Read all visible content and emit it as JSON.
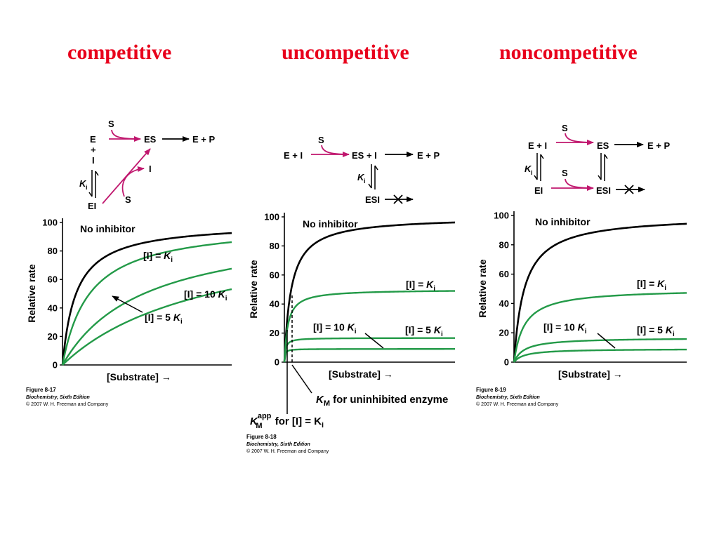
{
  "headings": [
    "competitive",
    "uncompetitive",
    "noncompetitive"
  ],
  "colors": {
    "heading": "#e8001c",
    "scheme_arrow": "#c0176e",
    "no_inhibitor_curve": "#000000",
    "inhibitor_curve": "#239a48"
  },
  "schemes": [
    {
      "S": "S",
      "E": "E",
      "plus": "+",
      "I": "I",
      "ES": "ES",
      "EP": "E + P",
      "Ki": "K",
      "Ki_sub": "i",
      "EI": "EI",
      "I_release": "I",
      "S_bind": "S"
    },
    {
      "S": "S",
      "EI": "E + I",
      "ESI_top": "ES + I",
      "EP": "E + P",
      "Ki": "K",
      "Ki_sub": "i",
      "ESI": "ESI"
    },
    {
      "S1": "S",
      "EI_top": "E + I",
      "ES": "ES",
      "EP": "E + P",
      "Ki": "K",
      "Ki_sub": "i",
      "S2": "S",
      "EI": "EI",
      "ESI": "ESI"
    }
  ],
  "captions": [
    {
      "figure": "Figure 8-17",
      "book": "Biochemistry, Sixth Edition",
      "copyright": "© 2007 W. H. Freeman and Company"
    },
    {
      "figure": "Figure 8-18",
      "book": "Biochemistry, Sixth Edition",
      "copyright": "© 2007 W. H. Freeman and Company"
    },
    {
      "figure": "Figure 8-19",
      "book": "Biochemistry, Sixth Edition",
      "copyright": "© 2007 W. H. Freeman and Company"
    }
  ],
  "annotations": {
    "km_uninhibited_K": "K",
    "km_uninhibited_sub": "M",
    "km_uninhibited_rest": " for uninhibited enzyme",
    "km_app_K": "K",
    "km_app_sup": "app",
    "km_app_sub": "M",
    "km_app_rest": " for [I] = K",
    "km_app_rest_sub": "i"
  },
  "chart_data": [
    {
      "type": "line",
      "ylabel": "Relative rate",
      "xlabel": "[Substrate] →",
      "ylim": [
        0,
        100
      ],
      "yticks": [
        0,
        20,
        40,
        60,
        80,
        100
      ],
      "grid": false,
      "series": [
        {
          "name": "No inhibitor",
          "label": "No inhibitor",
          "vmax": 100,
          "km": 0.8,
          "x": [
            0,
            1,
            2,
            4,
            6,
            8,
            10
          ],
          "values": [
            0,
            55.6,
            71.4,
            83.3,
            88.2,
            90.9,
            92.6
          ]
        },
        {
          "name": "[I] = Ki",
          "label": "[I] = K",
          "label_sub": "i",
          "vmax": 100,
          "km": 1.6,
          "x": [
            0,
            1,
            2,
            4,
            6,
            8,
            10
          ],
          "values": [
            0,
            38.5,
            55.6,
            71.4,
            78.9,
            83.3,
            86.2
          ]
        },
        {
          "name": "[I] = 5 Ki",
          "label": "[I] = 5 K",
          "label_sub": "i",
          "vmax": 100,
          "km": 4.8,
          "x": [
            0,
            1,
            2,
            4,
            6,
            8,
            10
          ],
          "values": [
            0,
            17.2,
            29.4,
            45.5,
            55.6,
            62.5,
            67.6
          ]
        },
        {
          "name": "[I] = 10 Ki",
          "label": "[I] = 10 K",
          "label_sub": "i",
          "vmax": 100,
          "km": 8.8,
          "x": [
            0,
            1,
            2,
            4,
            6,
            8,
            10
          ],
          "values": [
            0,
            10.2,
            18.5,
            31.3,
            40.5,
            47.6,
            53.2
          ]
        }
      ]
    },
    {
      "type": "line",
      "ylabel": "Relative rate",
      "xlabel": "[Substrate] →",
      "ylim": [
        0,
        100
      ],
      "yticks": [
        0,
        20,
        40,
        60,
        80,
        100
      ],
      "grid": false,
      "series": [
        {
          "name": "No inhibitor",
          "label": "No inhibitor",
          "vmax": 100,
          "km": 0.4,
          "x": [
            0,
            1,
            2,
            4,
            6,
            8,
            10
          ],
          "values": [
            0,
            71.4,
            83.3,
            90.9,
            93.8,
            95.2,
            96.2
          ]
        },
        {
          "name": "[I] = Ki",
          "label": "[I] = K",
          "label_sub": "i",
          "vmax": 50,
          "km": 0.2,
          "x": [
            0,
            1,
            2,
            4,
            6,
            8,
            10
          ],
          "values": [
            0,
            41.7,
            45.5,
            47.6,
            48.4,
            48.8,
            49.0
          ]
        },
        {
          "name": "[I] = 5 Ki",
          "label": "[I] = 5 K",
          "label_sub": "i",
          "vmax": 16.7,
          "km": 0.067,
          "x": [
            0,
            1,
            2,
            4,
            6,
            8,
            10
          ],
          "values": [
            0,
            15.6,
            16.1,
            16.4,
            16.5,
            16.6,
            16.6
          ]
        },
        {
          "name": "[I] = 10 Ki",
          "label": "[I] = 10 K",
          "label_sub": "i",
          "vmax": 9.1,
          "km": 0.036,
          "x": [
            0,
            1,
            2,
            4,
            6,
            8,
            10
          ],
          "values": [
            0,
            8.8,
            8.9,
            9.0,
            9.1,
            9.1,
            9.1
          ]
        }
      ]
    },
    {
      "type": "line",
      "ylabel": "Relative rate",
      "xlabel": "[Substrate] →",
      "ylim": [
        0,
        100
      ],
      "yticks": [
        0,
        20,
        40,
        60,
        80,
        100
      ],
      "grid": false,
      "series": [
        {
          "name": "No inhibitor",
          "label": "No inhibitor",
          "vmax": 100,
          "km": 0.6,
          "x": [
            0,
            1,
            2,
            4,
            6,
            8,
            10
          ],
          "values": [
            0,
            62.5,
            76.9,
            87.0,
            90.9,
            93.0,
            94.3
          ]
        },
        {
          "name": "[I] = Ki",
          "label": "[I] = K",
          "label_sub": "i",
          "vmax": 50,
          "km": 0.6,
          "x": [
            0,
            1,
            2,
            4,
            6,
            8,
            10
          ],
          "values": [
            0,
            31.3,
            38.5,
            43.5,
            45.5,
            46.5,
            47.2
          ]
        },
        {
          "name": "[I] = 5 Ki",
          "label": "[I] = 5 K",
          "label_sub": "i",
          "vmax": 16.7,
          "km": 0.6,
          "x": [
            0,
            1,
            2,
            4,
            6,
            8,
            10
          ],
          "values": [
            0,
            10.4,
            12.8,
            14.5,
            15.2,
            15.5,
            15.7
          ]
        },
        {
          "name": "[I] = 10 Ki",
          "label": "[I] = 10 K",
          "label_sub": "i",
          "vmax": 9.1,
          "km": 0.6,
          "x": [
            0,
            1,
            2,
            4,
            6,
            8,
            10
          ],
          "values": [
            0,
            5.7,
            7.0,
            7.9,
            8.3,
            8.5,
            8.6
          ]
        }
      ]
    }
  ]
}
